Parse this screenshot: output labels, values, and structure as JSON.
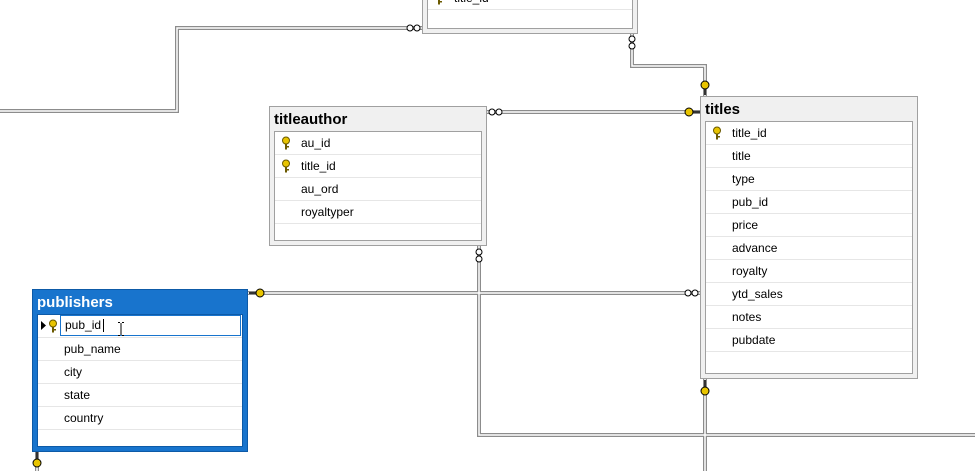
{
  "diagram": {
    "tables": {
      "top_table": {
        "partial_column": "title_id"
      },
      "titleauthor": {
        "name": "titleauthor",
        "columns": [
          {
            "name": "au_id",
            "key": true
          },
          {
            "name": "title_id",
            "key": true
          },
          {
            "name": "au_ord",
            "key": false
          },
          {
            "name": "royaltyper",
            "key": false
          }
        ]
      },
      "titles": {
        "name": "titles",
        "columns": [
          {
            "name": "title_id",
            "key": true
          },
          {
            "name": "title",
            "key": false
          },
          {
            "name": "type",
            "key": false
          },
          {
            "name": "pub_id",
            "key": false
          },
          {
            "name": "price",
            "key": false
          },
          {
            "name": "advance",
            "key": false
          },
          {
            "name": "royalty",
            "key": false
          },
          {
            "name": "ytd_sales",
            "key": false
          },
          {
            "name": "notes",
            "key": false
          },
          {
            "name": "pubdate",
            "key": false
          }
        ]
      },
      "publishers": {
        "name": "publishers",
        "editing_value": "pub_id",
        "columns": [
          {
            "name": "pub_id",
            "key": true,
            "editing": true
          },
          {
            "name": "pub_name",
            "key": false
          },
          {
            "name": "city",
            "key": false
          },
          {
            "name": "state",
            "key": false
          },
          {
            "name": "country",
            "key": false
          }
        ]
      }
    },
    "colors": {
      "selected_header": "#1874cd",
      "relationship_line": "#8c8c8c",
      "key_icon": "#e8c400"
    },
    "icons": [
      "primary-key-icon",
      "infinity-end-icon",
      "key-end-icon",
      "row-selector-icon",
      "text-cursor-icon"
    ]
  }
}
